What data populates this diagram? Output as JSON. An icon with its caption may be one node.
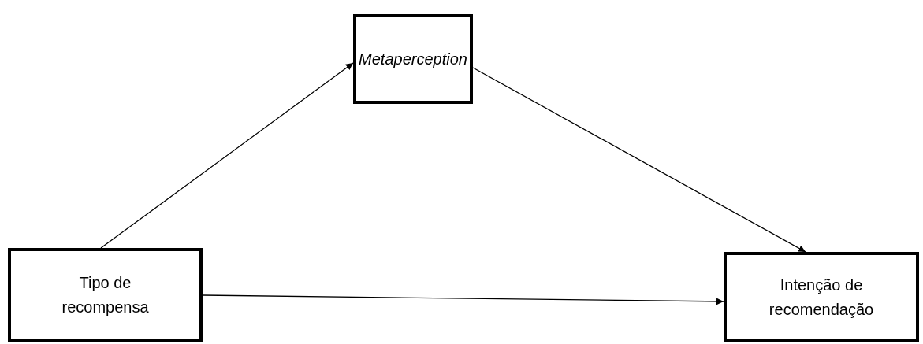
{
  "diagram": {
    "nodes": [
      {
        "text": [
          "Metaperception"
        ]
      },
      {
        "text": [
          "Tipo de recompensa"
        ]
      },
      {
        "text": [
          "Intenção de recomendação"
        ]
      }
    ],
    "edges": [
      {
        "from": 1,
        "to": 0,
        "arrow": "to"
      },
      {
        "from": 0,
        "to": 2,
        "arrow": "to"
      },
      {
        "from": 1,
        "to": 2,
        "arrow": "to"
      }
    ]
  }
}
